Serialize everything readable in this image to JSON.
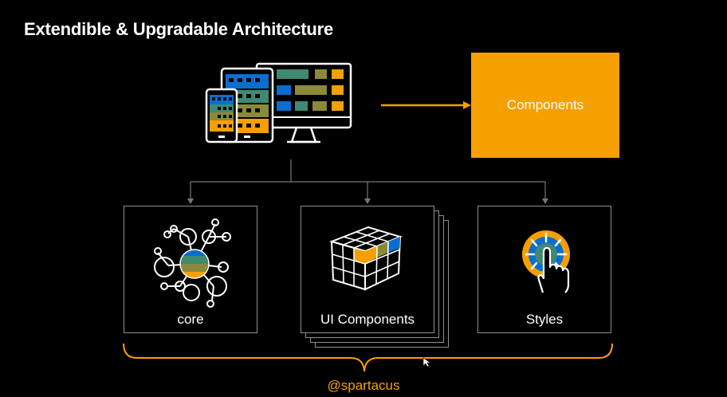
{
  "title": "Extendible & Upgradable Architecture",
  "components_box": "Components",
  "cards": [
    {
      "label": "core"
    },
    {
      "label": "UI Components"
    },
    {
      "label": "Styles"
    }
  ],
  "footer_handle": "@spartacus",
  "colors": {
    "accent_orange": "#f5a000",
    "blue": "#0a6ed1",
    "teal": "#3e8a73",
    "olive": "#8a8a3a",
    "border_gray": "#8e8e8e"
  }
}
